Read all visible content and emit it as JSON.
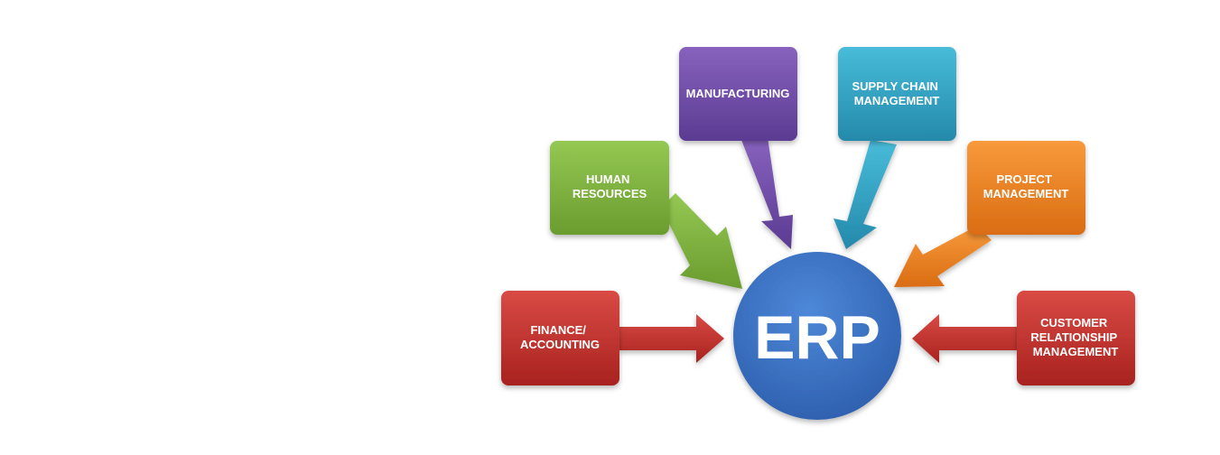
{
  "center": {
    "label": "ERP",
    "color": "#3C74C8"
  },
  "modules": [
    {
      "id": "finance",
      "lines": [
        "FINANCE/",
        "ACCOUNTING"
      ],
      "color": "#C8302C"
    },
    {
      "id": "hr",
      "lines": [
        "HUMAN",
        "RESOURCES"
      ],
      "color": "#7DB23C"
    },
    {
      "id": "manufacturing",
      "lines": [
        "MANUFACTURING"
      ],
      "color": "#6E4AA8"
    },
    {
      "id": "supply-chain",
      "lines": [
        "SUPPLY CHAIN",
        "MANAGEMENT"
      ],
      "color": "#2FA3C4"
    },
    {
      "id": "project",
      "lines": [
        "PROJECT",
        "MANAGEMENT"
      ],
      "color": "#EE8020"
    },
    {
      "id": "crm",
      "lines": [
        "CUSTOMER",
        "RELATIONSHIP",
        "MANAGEMENT"
      ],
      "color": "#C8302C"
    }
  ]
}
